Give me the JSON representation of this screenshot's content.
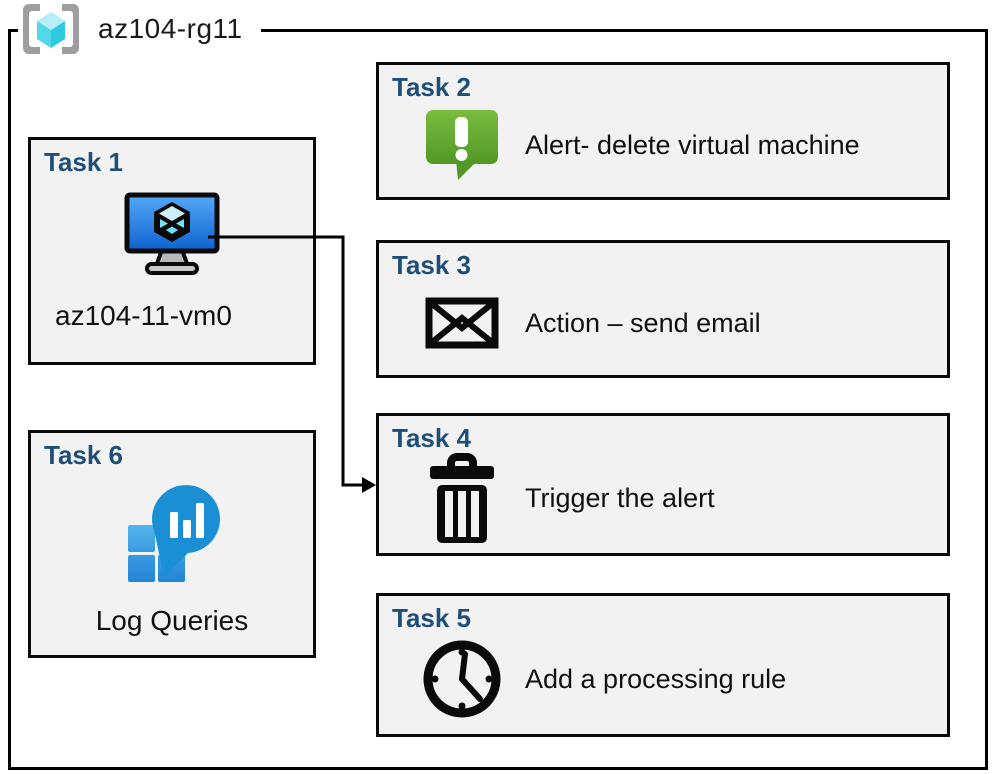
{
  "resource_group": {
    "name": "az104-rg11",
    "icon": "resource-group-icon"
  },
  "tasks": [
    {
      "id": "task1",
      "label": "Task 1",
      "icon": "virtual-machine-icon",
      "text": "az104-11-vm0"
    },
    {
      "id": "task2",
      "label": "Task 2",
      "icon": "alert-icon",
      "text": "Alert- delete virtual machine"
    },
    {
      "id": "task3",
      "label": "Task 3",
      "icon": "email-icon",
      "text": "Action – send email"
    },
    {
      "id": "task4",
      "label": "Task 4",
      "icon": "trash-icon",
      "text": "Trigger the alert"
    },
    {
      "id": "task5",
      "label": "Task 5",
      "icon": "clock-icon",
      "text": "Add a processing rule"
    },
    {
      "id": "task6",
      "label": "Task 6",
      "icon": "log-analytics-icon",
      "text": "Log Queries"
    }
  ],
  "connector": {
    "from": "task1",
    "to": "task4"
  },
  "colors": {
    "heading_blue": "#1f4e79",
    "box_fill": "#f2f2f2",
    "border_black": "#000000",
    "alert_green_light": "#7abc3f",
    "alert_green_dark": "#539727",
    "vm_screen_blue_light": "#55a9f7",
    "vm_screen_blue_dark": "#0d62cf",
    "rg_cube_cyan_top": "#b7eef7",
    "rg_cube_cyan_left": "#53d7ea",
    "rg_cube_cyan_right": "#2fc9e2",
    "rg_bracket_gray": "#9e9e9e",
    "log_bubble_cyan": "#35c8ea",
    "log_bubble_blue": "#1b8fd6",
    "log_square_light": "#4aa9e8",
    "log_square_dark": "#2a8fdd"
  }
}
